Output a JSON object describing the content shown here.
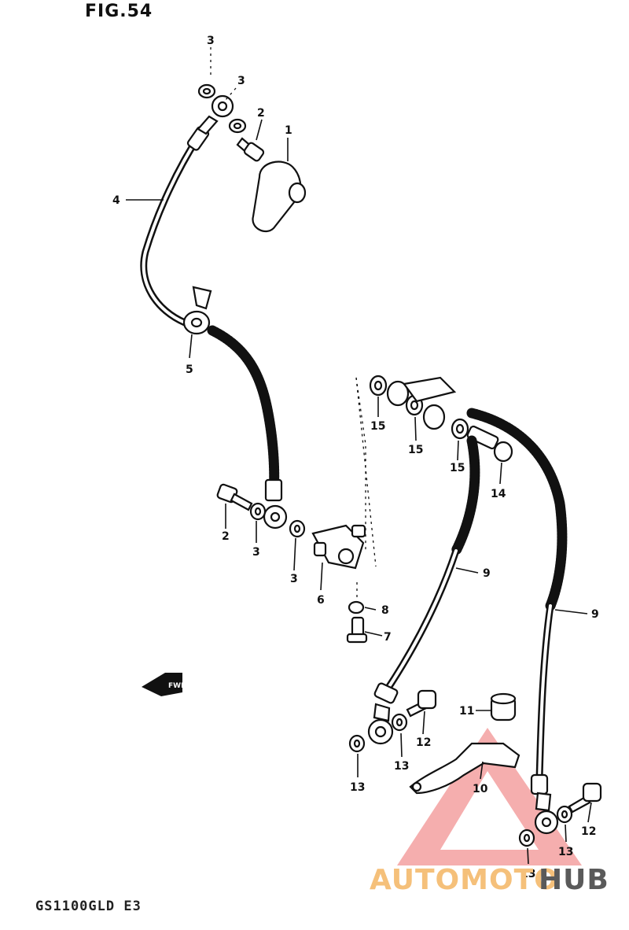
{
  "figure": {
    "title": "FIG.54",
    "footer": "GS1100GLD E3"
  },
  "callouts": {
    "c1": "1",
    "c2a": "2",
    "c2b": "2",
    "c3a": "3",
    "c3b": "3",
    "c3c": "3",
    "c3d": "3",
    "c4": "4",
    "c5": "5",
    "c6": "6",
    "c7": "7",
    "c8": "8",
    "c9a": "9",
    "c9b": "9",
    "c10": "10",
    "c11": "11",
    "c12a": "12",
    "c12b": "12",
    "c13a": "13",
    "c13b": "13",
    "c13c": "13",
    "c13d": "13",
    "c14": "14",
    "c15a": "15",
    "c15b": "15",
    "c15c": "15"
  },
  "direction_arrow": {
    "label": "FWD"
  },
  "watermark": {
    "text_part1": "AUTOMOTO",
    "text_part2": "HUB",
    "color_primary": "#f08080",
    "color_accent": "#f5c07a",
    "color_dark": "#5a5a5a"
  }
}
